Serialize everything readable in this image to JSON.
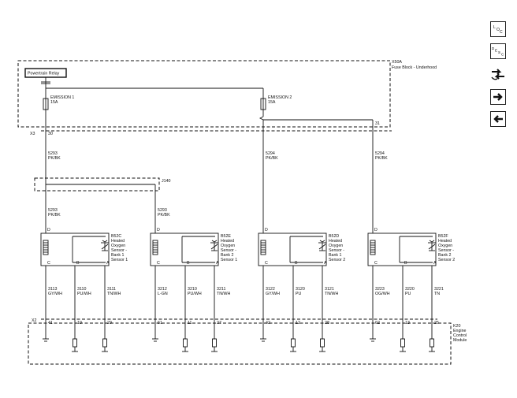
{
  "fuse_block": {
    "id": "X50A",
    "name": "Fuse Block - Underhood",
    "relay": "Powertrain Relay",
    "connector": "X3",
    "fuses": [
      {
        "name": "EMISSION 1",
        "rating": "15A",
        "pin": "30"
      },
      {
        "name": "EMISSION 2",
        "rating": "15A",
        "pin": "31"
      }
    ]
  },
  "feed_wires": [
    {
      "circuit": "5293",
      "color": "PK/BK"
    },
    {
      "circuit": "5294",
      "color": "PK/BK"
    },
    {
      "circuit": "5294",
      "color": "PK/BK"
    },
    {
      "circuit": "5293",
      "color": "PK/BK"
    },
    {
      "circuit": "5293",
      "color": "PK/BK"
    }
  ],
  "splice": "J140",
  "sensors": [
    {
      "id": "B52C",
      "lines": [
        "Heated",
        "Oxygen",
        "Sensor -",
        "Bank 1",
        "Sensor 1"
      ],
      "pins": [
        "D",
        "C",
        "B",
        "A"
      ],
      "wires": [
        {
          "circuit": "3113",
          "color": "GY/WH"
        },
        {
          "circuit": "3110",
          "color": "PU/WH"
        },
        {
          "circuit": "3111",
          "color": "TN/WH"
        }
      ],
      "ecm_pins": [
        "41",
        "10",
        "29"
      ]
    },
    {
      "id": "B52E",
      "lines": [
        "Heated",
        "Oxygen",
        "Sensor -",
        "Bank 2",
        "Sensor 1"
      ],
      "pins": [
        "D",
        "C",
        "B",
        "A"
      ],
      "wires": [
        {
          "circuit": "3212",
          "color": "L-GN"
        },
        {
          "circuit": "3210",
          "color": "PU/WH"
        },
        {
          "circuit": "3211",
          "color": "TN/WH"
        }
      ],
      "ecm_pins": [
        "61",
        "11",
        "27"
      ]
    },
    {
      "id": "B52D",
      "lines": [
        "Heated",
        "Oxygen",
        "Sensor -",
        "Bank 1",
        "Sensor 2"
      ],
      "pins": [
        "D",
        "C",
        "B",
        "A"
      ],
      "wires": [
        {
          "circuit": "3122",
          "color": "GY/WH"
        },
        {
          "circuit": "3120",
          "color": "PU"
        },
        {
          "circuit": "3121",
          "color": "TN/WH"
        }
      ],
      "ecm_pins": [
        "42",
        "12",
        "28"
      ]
    },
    {
      "id": "B52F",
      "lines": [
        "Heated",
        "Oxygen",
        "Sensor -",
        "Bank 2",
        "Sensor 2"
      ],
      "pins": [
        "D",
        "C",
        "B",
        "A"
      ],
      "wires": [
        {
          "circuit": "3223",
          "color": "OG/WH"
        },
        {
          "circuit": "3220",
          "color": "PU"
        },
        {
          "circuit": "3221",
          "color": "TN"
        }
      ],
      "ecm_pins": [
        "62",
        "13",
        "25"
      ]
    }
  ],
  "ecm": {
    "id": "K20",
    "lines": [
      "Engine",
      "Control",
      "Module"
    ],
    "connector": "X2"
  },
  "nav": {
    "loc_label": "LOC",
    "desc_label": "DESC",
    "icons": [
      "loc-icon",
      "desc-icon",
      "flow-icon",
      "next-arrow-icon",
      "prev-arrow-icon"
    ]
  }
}
